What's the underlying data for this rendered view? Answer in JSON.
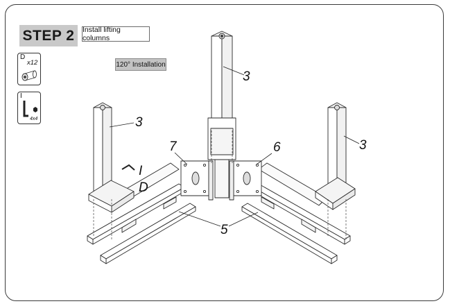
{
  "step": {
    "badge": "STEP 2",
    "title": "Install lifting columns"
  },
  "note": "120°  Installation",
  "parts": [
    {
      "letter": "D",
      "qty": "x12",
      "icon": "bolt-icon"
    },
    {
      "letter": "I",
      "qty": "4x4",
      "icon": "hex-key-icon"
    }
  ],
  "callouts": {
    "col_top": "3",
    "col_left": "3",
    "col_right": "3",
    "bracket_left": "7",
    "bracket_right": "6",
    "tool": "I",
    "bolt": "D",
    "beams": "5"
  }
}
